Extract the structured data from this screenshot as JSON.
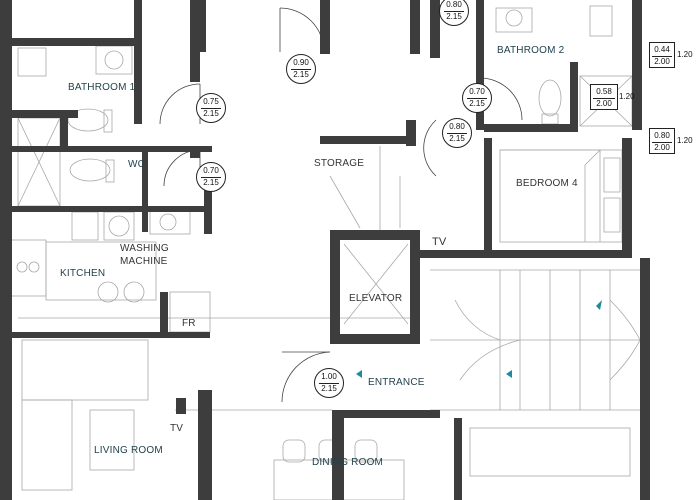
{
  "rooms": {
    "bathroom1": "BATHROOM 1",
    "wc": "WC",
    "washing": "WASHING MACHINE",
    "kitchen": "KITCHEN",
    "fridge": "FR",
    "storage": "STORAGE",
    "tv_upper": "TV",
    "elevator": "ELEVATOR",
    "entrance": "ENTRANCE",
    "bathroom2": "BATHROOM 2",
    "bedroom4": "BEDROOM 4",
    "tv_lower": "TV",
    "living": "LIVING ROOM",
    "dining": "DINING ROOM"
  },
  "doors": {
    "d_top_right": {
      "w": "0.80",
      "h": "2.15"
    },
    "d_top_mid": {
      "w": "0.90",
      "h": "2.15"
    },
    "d_bath1": {
      "w": "0.75",
      "h": "2.15"
    },
    "d_wc": {
      "w": "0.70",
      "h": "2.15"
    },
    "d_bath2": {
      "w": "0.70",
      "h": "2.15"
    },
    "d_bed4": {
      "w": "0.80",
      "h": "2.15"
    },
    "d_entrance": {
      "w": "1.00",
      "h": "2.15"
    }
  },
  "windows": {
    "win_bath2": {
      "w": "0.58",
      "h": "2.00",
      "sill": "1.20"
    },
    "win_top": {
      "w": "0.44",
      "h": "2.00",
      "sill": "1.20"
    },
    "win_bed4": {
      "w": "0.80",
      "h": "2.00",
      "sill": "1.20"
    }
  },
  "colors": {
    "wall": "#3d3d3d",
    "label": "#22424d",
    "arrow": "#1f8a99",
    "line": "#999999"
  }
}
